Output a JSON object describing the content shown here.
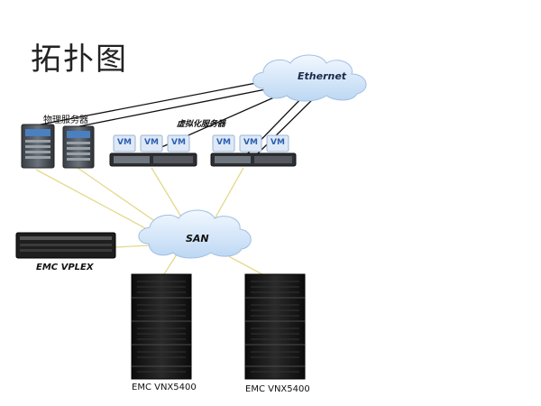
{
  "title": "拓扑图",
  "labels": {
    "physical_servers": "物理服务器",
    "virtual_servers": "虚拟化服务器",
    "vm": "VM",
    "ethernet": "Ethernet",
    "san": "SAN",
    "vplex": "EMC VPLEX",
    "vnx_left": "EMC VNX5400",
    "vnx_right": "EMC VNX5400"
  },
  "colors": {
    "ethernet_link": "#111111",
    "san_link": "#e3d98b",
    "cloud_fill": "#dcecfb",
    "cloud_stroke": "#9fbfe3",
    "vm_badge": "#dfe9f6",
    "vm_text": "#2b5fb3",
    "device_dark": "#1c1c1c"
  }
}
